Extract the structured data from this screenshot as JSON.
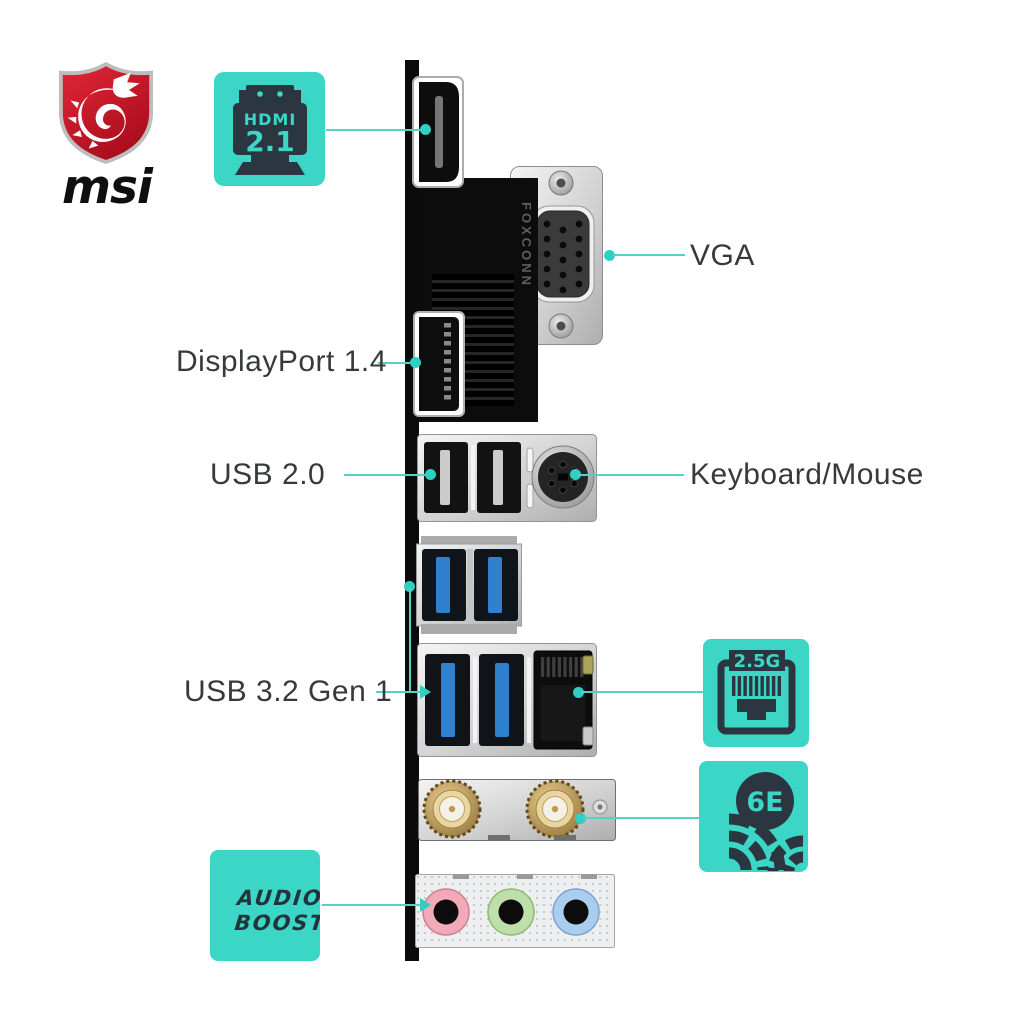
{
  "brand": {
    "wordmark": "msi",
    "logo_icon": "msi-dragon-shield-icon"
  },
  "labels": {
    "vga": "VGA",
    "displayport": "DisplayPort 1.4",
    "usb2": "USB 2.0",
    "keyboard_mouse": "Keyboard/Mouse",
    "usb32": "USB 3.2 Gen 1"
  },
  "badges": {
    "hdmi": {
      "line1": "HDMI",
      "line2": "2.1",
      "icon": "hdmi-connector-icon"
    },
    "lan": {
      "label": "2.5G",
      "icon": "rj45-lan-icon"
    },
    "wifi": {
      "label": "6E",
      "icon": "wifi-arcs-icon"
    },
    "audio": {
      "line1": "AUDIO",
      "line2": "BOOST"
    }
  },
  "connector_text": {
    "vga_body_brand": "FOXCONN"
  },
  "colors": {
    "accent_teal": "#3bd6c6",
    "leader_line_teal": "#55d0c5",
    "icon_dark": "#2b3640",
    "label_text": "#37393c",
    "logo_red": "#cf1626",
    "usb3_blue": "#2f80cf",
    "audio_jack_pink": "#f2aab8",
    "audio_jack_green": "#bedfa9",
    "audio_jack_blue": "#aaccee",
    "board_bar_black": "#0b0b0b"
  }
}
